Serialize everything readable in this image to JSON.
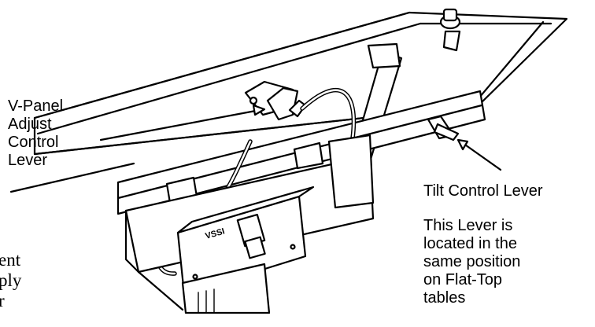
{
  "labels": {
    "vpanel": "V-Panel\nAdjust\nControl\nLever",
    "tilt_title": "Tilt Control Lever",
    "tilt_note": "This Lever is\nlocated in the\nsame position\non Flat-Top\ntables",
    "left_fragment": "ent\nply\nr",
    "badge": "VSSI"
  },
  "colors": {
    "ink": "#000000",
    "paper": "#ffffff"
  }
}
